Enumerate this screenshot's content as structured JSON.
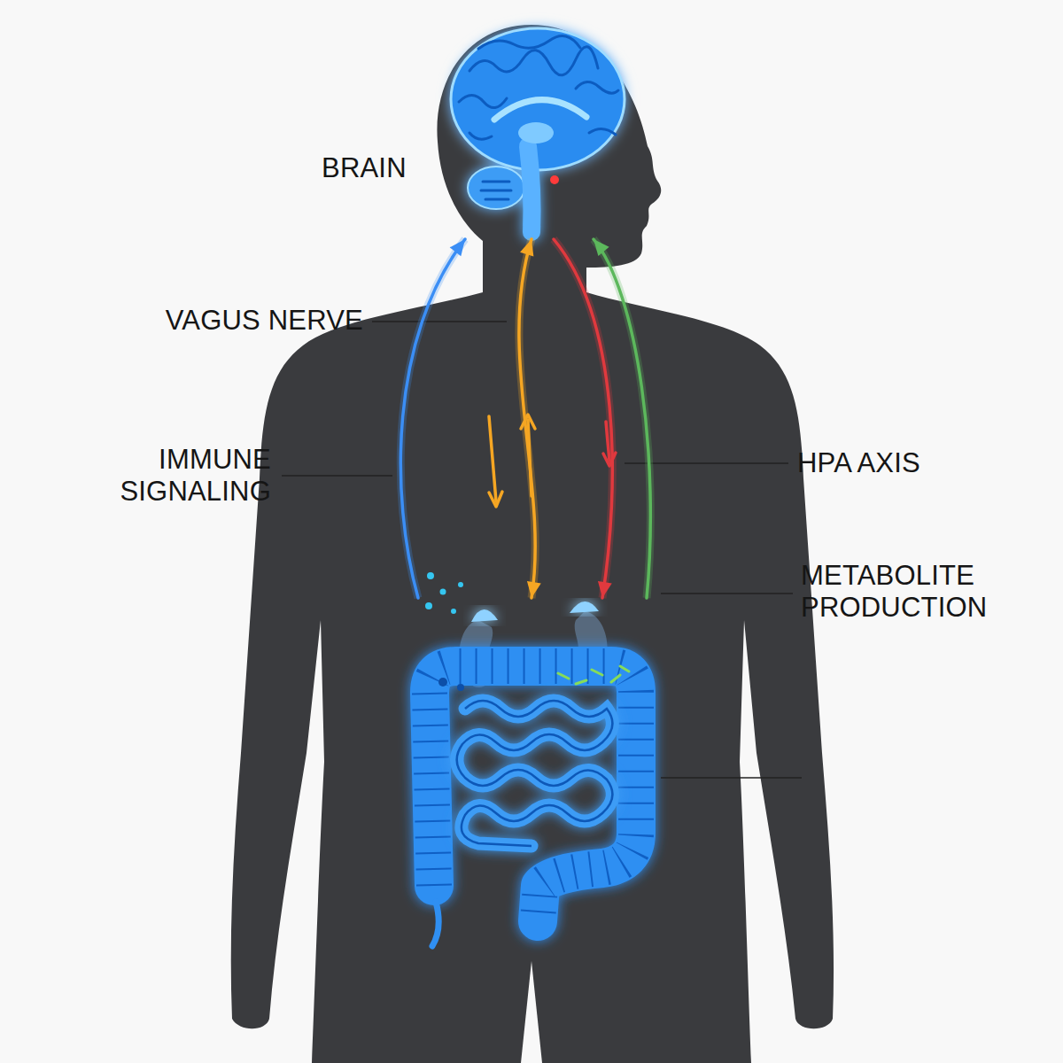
{
  "diagram": {
    "nodes": [
      {
        "text": [
          "BRAIN"
        ]
      },
      {
        "text": [
          "GUT"
        ]
      }
    ],
    "edges": [
      {
        "from": 0,
        "to": 1,
        "arrow": "both",
        "label": "VAGUS NERVE"
      },
      {
        "from": 1,
        "to": 0,
        "arrow": "to",
        "label": "IMMUNE SIGNALING"
      },
      {
        "from": 0,
        "to": 1,
        "arrow": "to",
        "label": "HPA AXIS"
      },
      {
        "from": 1,
        "to": 0,
        "arrow": "to",
        "label": "METABOLITE PRODUCTION"
      }
    ]
  }
}
